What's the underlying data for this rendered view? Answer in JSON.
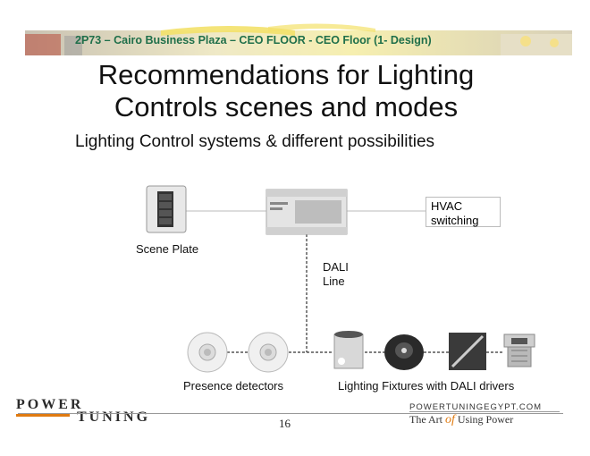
{
  "header": {
    "banner_text": "2P73 – Cairo Business Plaza – CEO FLOOR - CEO Floor (1- Design)"
  },
  "slide": {
    "title_line1": "Recommendations for Lighting",
    "title_line2": "Controls scenes and modes",
    "subtitle": "Lighting Control systems & different possibilities"
  },
  "diagram": {
    "scene_plate_label": "Scene Plate",
    "hvac_line1": "HVAC",
    "hvac_line2": "switching",
    "dali_line1": "DALI",
    "dali_line2": "Line",
    "presence_label": "Presence detectors",
    "fixtures_label": "Lighting Fixtures with DALI drivers"
  },
  "footer": {
    "logo_left_line1": "POWER",
    "logo_left_line2": "TUNING",
    "logo_right_line1": "POWERTUNINGEGYPT.COM",
    "logo_right_line2_a": "The Art",
    "logo_right_line2_b": "of",
    "logo_right_line2_c": "Using Power",
    "page_number": "16"
  },
  "colors": {
    "banner_text": "#1f6f4a",
    "logo_orange": "#e07a10",
    "logo_dark": "#2b2b2b"
  }
}
